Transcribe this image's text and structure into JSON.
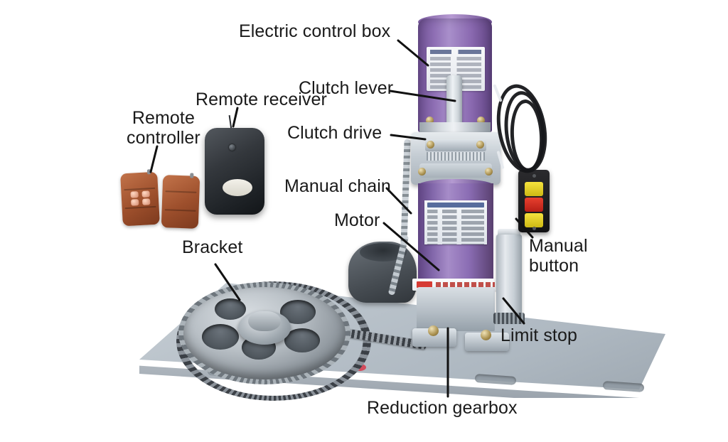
{
  "diagram": {
    "title": "Rolling shutter door motor labelled parts diagram",
    "background_color": "#ffffff",
    "text_color": "#1a1a1a"
  },
  "callouts": [
    {
      "id": "electric-control-box",
      "label": "Electric control box"
    },
    {
      "id": "clutch-lever",
      "label": "Clutch lever"
    },
    {
      "id": "clutch-drive",
      "label": "Clutch drive"
    },
    {
      "id": "remote-receiver",
      "label": "Remote receiver"
    },
    {
      "id": "remote-controller",
      "label": "Remote\ncontroller"
    },
    {
      "id": "manual-chain",
      "label": "Manual chain"
    },
    {
      "id": "motor",
      "label": "Motor"
    },
    {
      "id": "bracket",
      "label": "Bracket"
    },
    {
      "id": "manual-button",
      "label": "Manual\nbutton"
    },
    {
      "id": "limit-stop",
      "label": "Limit stop"
    },
    {
      "id": "reduction-gearbox",
      "label": "Reduction gearbox"
    }
  ],
  "product": {
    "control_box_color": "#8e6fb4",
    "motor_color": "#a68cc8",
    "plate_color": "#b9c2ca",
    "pendant_body_color": "#1b1c1f",
    "pendant_buttons": [
      "#f5e23d",
      "#e8402f",
      "#f5e23d"
    ],
    "remote_color": "#9d4f2c",
    "receiver_color": "#2a2e33",
    "warning_strip_color": "#d63b34",
    "chain_color": "#8a9199"
  }
}
